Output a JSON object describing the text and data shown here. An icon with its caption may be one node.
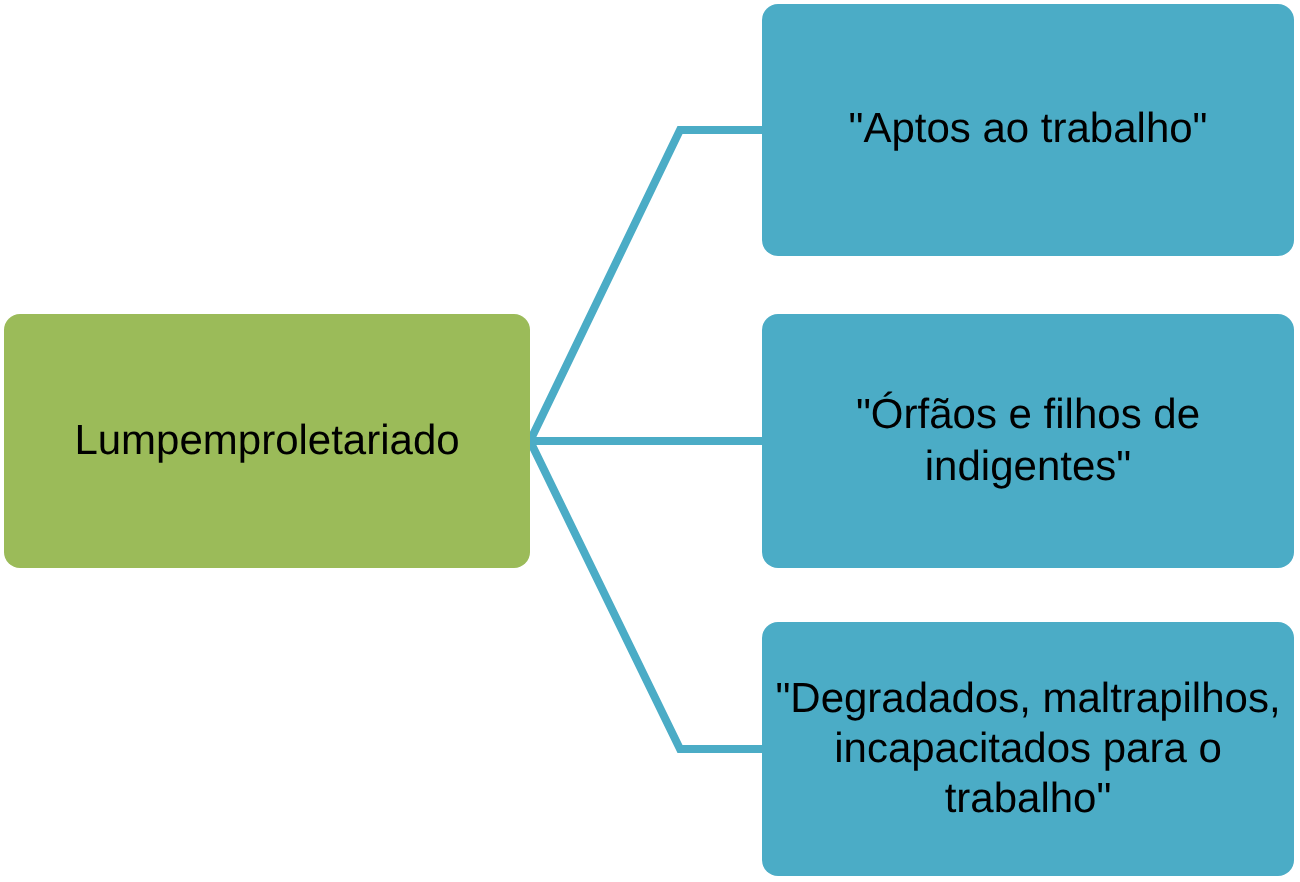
{
  "diagram": {
    "nodes": [
      {
        "text": [
          "Lumpemproletariado"
        ]
      },
      {
        "text": [
          "\"Aptos ao trabalho\""
        ]
      },
      {
        "text": [
          "\"Órfãos e filhos de indigentes\""
        ]
      },
      {
        "text": [
          "\"Degradados, maltrapilhos, incapacitados para o trabalho\""
        ]
      }
    ],
    "edges": [
      {
        "from": 0,
        "to": 1,
        "arrow": "none"
      },
      {
        "from": 0,
        "to": 2,
        "arrow": "none"
      },
      {
        "from": 0,
        "to": 3,
        "arrow": "none"
      }
    ]
  }
}
